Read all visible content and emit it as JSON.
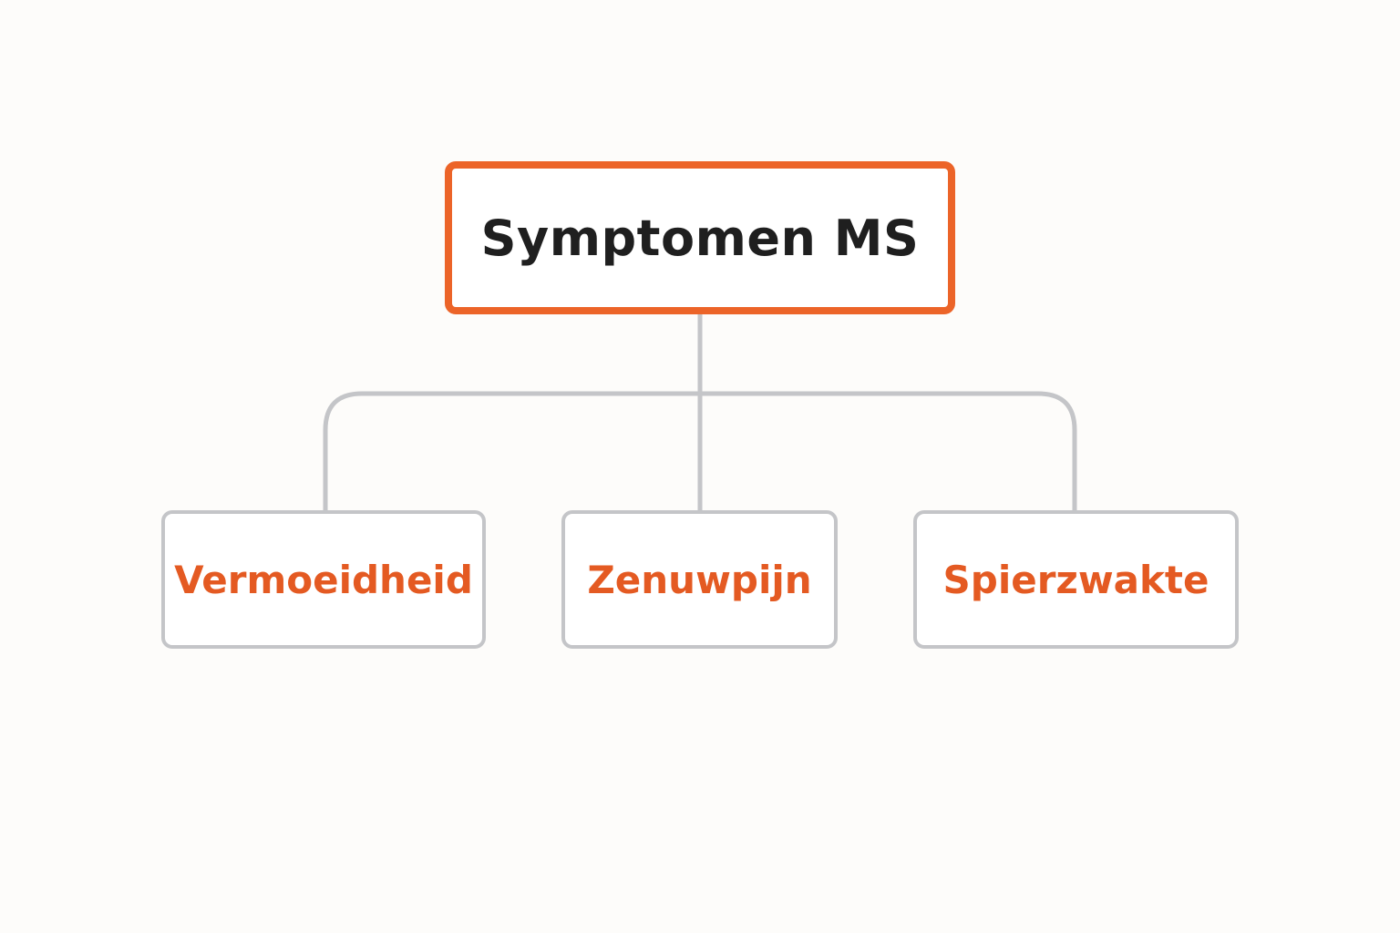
{
  "diagram": {
    "root": {
      "label": "Symptomen MS"
    },
    "children": [
      {
        "label": "Vermoeidheid"
      },
      {
        "label": "Zenuwpijn"
      },
      {
        "label": "Spierzwakte"
      }
    ]
  },
  "colors": {
    "background": "#fdfcfa",
    "accent": "#ec6428",
    "child_text": "#e45a22",
    "root_text": "#1f1f1f",
    "connector": "#c4c5c8"
  }
}
